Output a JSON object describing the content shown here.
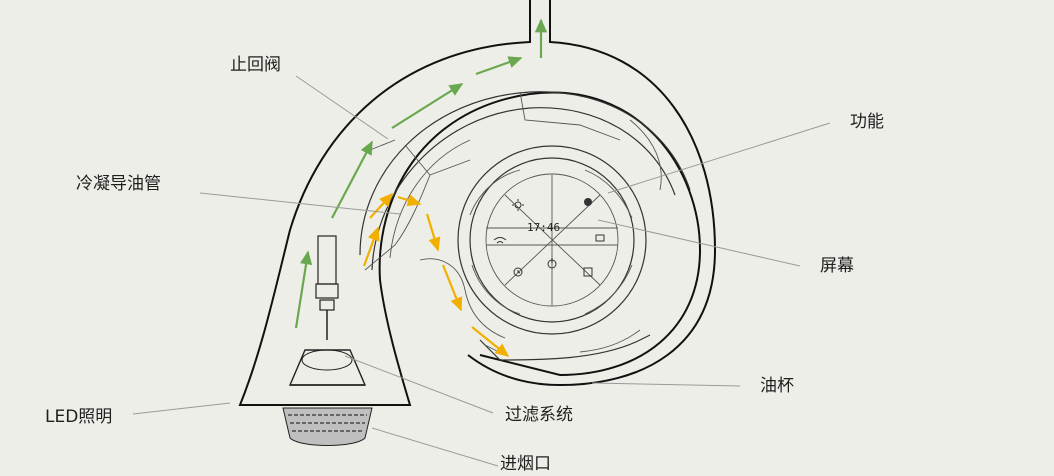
{
  "labels": {
    "check_valve": "止回阀",
    "condense_pipe": "冷凝导油管",
    "led_light": "LED照明",
    "function": "功能",
    "screen": "屏幕",
    "oil_cup": "油杯",
    "filter_system": "过滤系统",
    "smoke_inlet": "进烟口"
  },
  "display": {
    "time": "17:46"
  },
  "colors": {
    "background": "#eeeee8",
    "airflow_arrow": "#6aa84f",
    "oil_arrow": "#f1b000",
    "outline": "#111111",
    "leader_line": "#9a9a9a"
  },
  "icons": {
    "panel_top": "sun-icon",
    "panel_top_right": "fan-icon",
    "panel_left": "wifi-icon",
    "panel_right": "settings-icon",
    "panel_bottom_left": "clock-icon",
    "panel_bottom": "power-icon",
    "panel_bottom_right": "cup-icon"
  }
}
